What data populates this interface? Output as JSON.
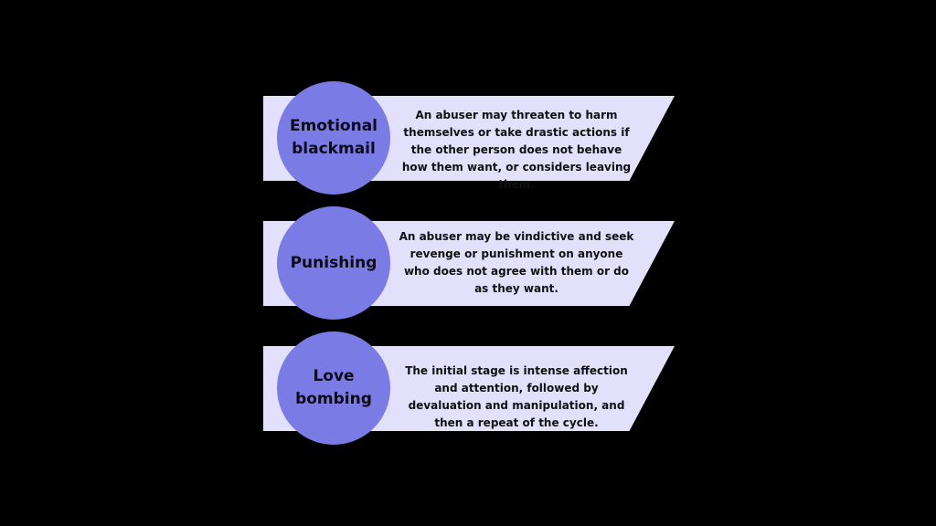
{
  "items": [
    {
      "title": "Emotional blackmail",
      "description": "An abuser may threaten to harm themselves or take drastic actions if the other person does not behave how them want, or considers leaving them."
    },
    {
      "title": "Punishing",
      "description": "An abuser may be vindictive and seek revenge or punishment on anyone who does not agree with them or do as they want."
    },
    {
      "title": "Love bombing",
      "description": "The initial stage is intense affection and attention, followed by devaluation and manipulation, and then a repeat of the cycle."
    }
  ]
}
